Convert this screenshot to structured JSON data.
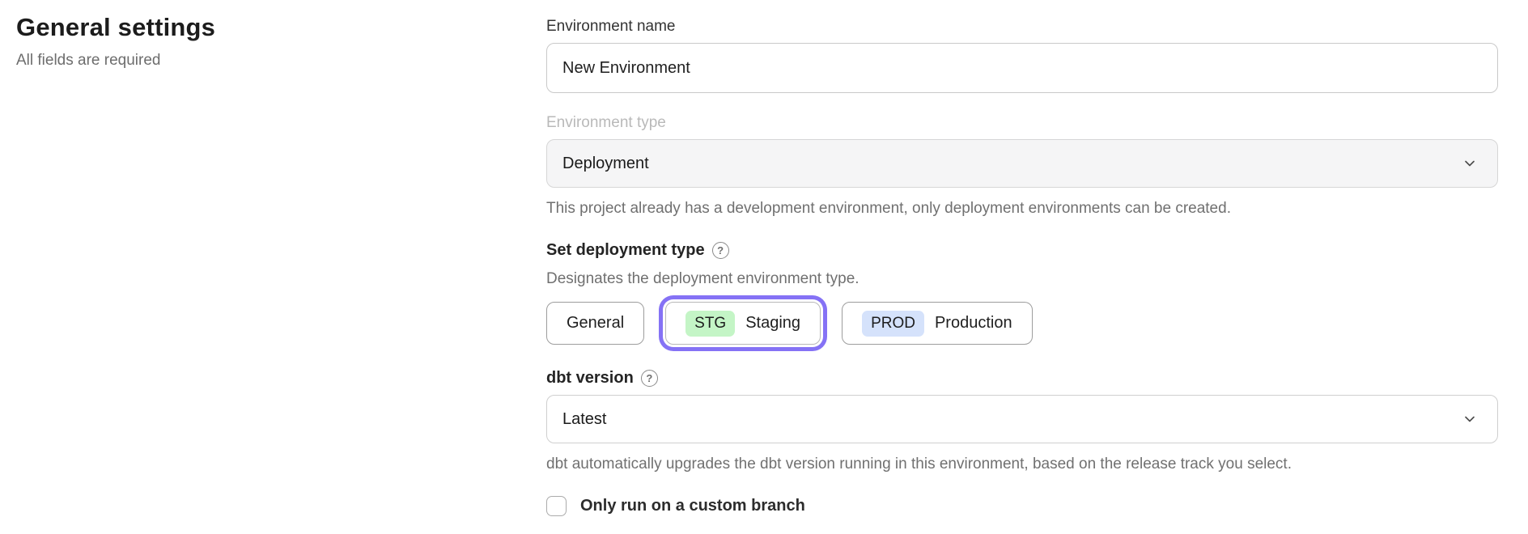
{
  "intro": {
    "title": "General settings",
    "subtitle": "All fields are required"
  },
  "form": {
    "environment_name": {
      "label": "Environment name",
      "value": "New Environment"
    },
    "environment_type": {
      "label": "Environment type",
      "value": "Deployment",
      "disabled": true,
      "helper": "This project already has a development environment, only deployment environments can be created."
    },
    "deployment_type": {
      "label": "Set deployment type",
      "description": "Designates the deployment environment type.",
      "options": [
        {
          "label": "General",
          "selected": false
        },
        {
          "badge": "STG",
          "label": "Staging",
          "selected": true,
          "badge_color": "#c4f5c6"
        },
        {
          "badge": "PROD",
          "label": "Production",
          "selected": false,
          "badge_color": "#d5e2fb"
        }
      ]
    },
    "dbt_version": {
      "label": "dbt version",
      "value": "Latest",
      "helper": "dbt automatically upgrades the dbt version running in this environment, based on the release track you select."
    },
    "custom_branch": {
      "label": "Only run on a custom branch",
      "checked": false
    }
  },
  "icons": {
    "help_glyph": "?"
  },
  "colors": {
    "accent_ring": "#8572f5",
    "badge_green": "#c4f5c6",
    "badge_blue": "#d5e2fb",
    "disabled_bg": "#f5f5f6"
  }
}
